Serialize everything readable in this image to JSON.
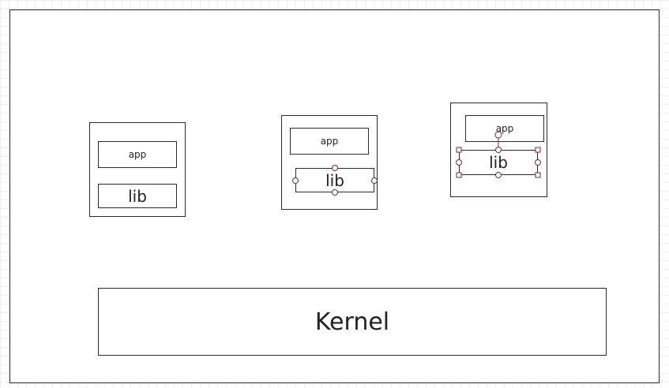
{
  "canvas": {
    "grid_color": "rgba(0,0,0,0.06)",
    "border_color": "#2b2b2b",
    "selection_color": "#7a2a2a"
  },
  "diagram": {
    "containers": [
      {
        "app_label": "app",
        "lib_label": "lib",
        "lib_state": "normal"
      },
      {
        "app_label": "app",
        "lib_label": "lib",
        "lib_state": "connection-points"
      },
      {
        "app_label": "app",
        "lib_label": "lib",
        "lib_state": "selected"
      }
    ],
    "kernel_label": "Kernel"
  }
}
